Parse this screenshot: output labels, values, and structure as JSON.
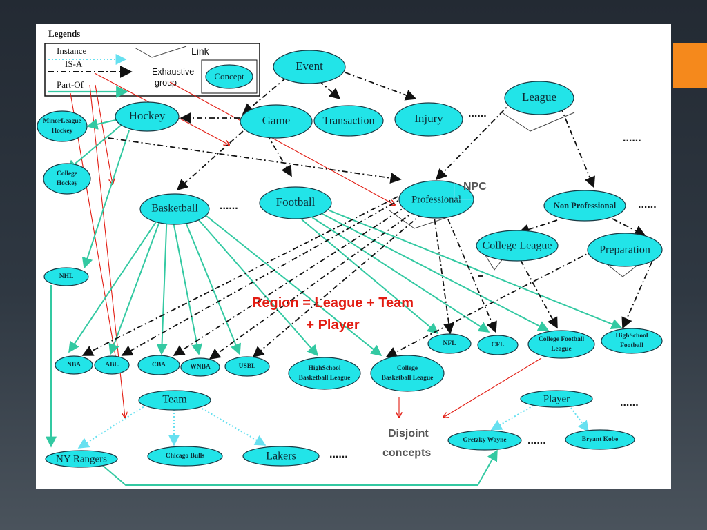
{
  "colors": {
    "node_fill": "#22e4e8",
    "part_of": "#33c9a2",
    "instance": "#66e0f0",
    "is_a": "#111111",
    "annotation_red": "#e21c12",
    "accent": "#f5891c"
  },
  "legend": {
    "title": "Legends",
    "instance": "Instance",
    "link": "Link",
    "is_a": "IS-A",
    "exhaustive": "Exhaustive",
    "group": "group",
    "concept": "Concept",
    "part_of": "Part-Of"
  },
  "nodes": {
    "event": "Event",
    "game": "Game",
    "transaction": "Transaction",
    "injury": "Injury",
    "league": "League",
    "hockey": "Hockey",
    "minor_league_hockey": [
      "MinorLeague",
      "Hockey"
    ],
    "college_hockey": [
      "College",
      "Hockey"
    ],
    "basketball": "Basketball",
    "football": "Football",
    "professional": "Professional",
    "non_professional": "Non Professional",
    "college_league": "College League",
    "preparation": "Preparation",
    "nhl": "NHL",
    "nba": "NBA",
    "abl": "ABL",
    "cba": "CBA",
    "wnba": "WNBA",
    "usbl": "USBL",
    "highschool_basketball": [
      "HighSchool",
      "Basketball League"
    ],
    "college_basketball": [
      "College",
      "Basketball League"
    ],
    "nfl": "NFL",
    "cfl": "CFL",
    "college_football": [
      "College Football",
      "League"
    ],
    "highschool_football": [
      "HighSchool",
      "Football"
    ],
    "team": "Team",
    "player": "Player",
    "ny_rangers": "NY Rangers",
    "chicago_bulls": "Chicago Bulls",
    "lakers": "Lakers",
    "gretzky_wayne": "Gretzky Wayne",
    "bryant_kobe": "Bryant Kobe"
  },
  "ellipsis": "......",
  "annotations": {
    "npc": "NPC",
    "region_line1": "Region = League + Team",
    "region_line2": "+ Player",
    "disjoint_line1": "Disjoint",
    "disjoint_line2": "concepts"
  }
}
